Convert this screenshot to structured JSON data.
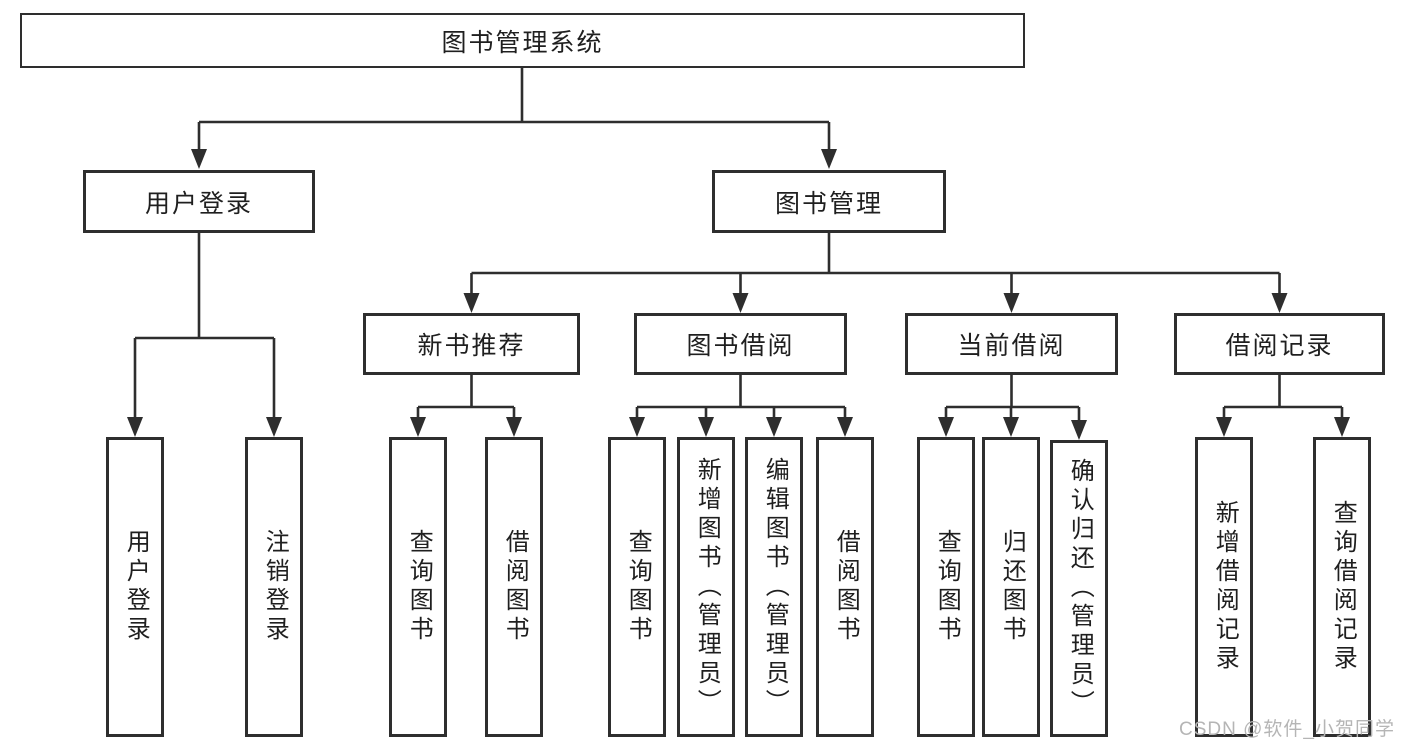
{
  "colors": {
    "line": "#2e2e2e",
    "text": "#1f1f1f",
    "watermark_text": "#b5b5b5",
    "background": "#ffffff"
  },
  "tree": {
    "root": {
      "label": "图书管理系统"
    },
    "branches": [
      {
        "label": "用户登录",
        "children": [
          {
            "label": "用户登录"
          },
          {
            "label": "注销登录"
          }
        ]
      },
      {
        "label": "图书管理",
        "children": [
          {
            "label": "新书推荐",
            "children": [
              {
                "label": "查询图书"
              },
              {
                "label": "借阅图书"
              }
            ]
          },
          {
            "label": "图书借阅",
            "children": [
              {
                "label": "查询图书"
              },
              {
                "label": "新增图书（管理员）"
              },
              {
                "label": "编辑图书（管理员）"
              },
              {
                "label": "借阅图书"
              }
            ]
          },
          {
            "label": "当前借阅",
            "children": [
              {
                "label": "查询图书"
              },
              {
                "label": "归还图书"
              },
              {
                "label": "确认归还（管理员）"
              }
            ]
          },
          {
            "label": "借阅记录",
            "children": [
              {
                "label": "新增借阅记录"
              },
              {
                "label": "查询借阅记录"
              }
            ]
          }
        ]
      }
    ]
  },
  "watermark": {
    "text": "CSDN @软件_小贺同学"
  }
}
